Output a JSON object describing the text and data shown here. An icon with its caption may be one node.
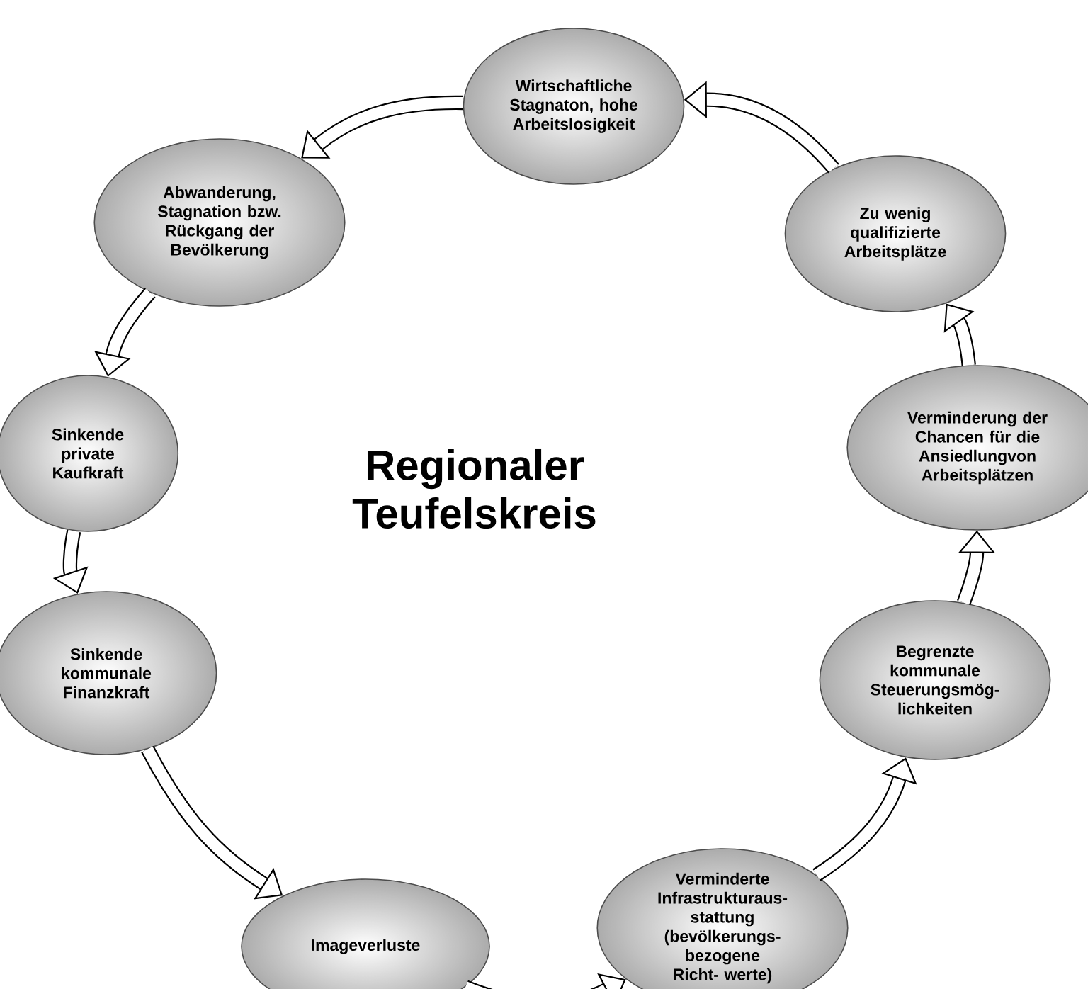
{
  "diagram": {
    "nodes": [
      {
        "text": [
          "Wirtschaftliche Stagnaton, hohe Arbeitslosigkeit"
        ]
      },
      {
        "text": [
          "Abwanderung, Stagnation bzw. Rückgang der Bevölkerung"
        ]
      },
      {
        "text": [
          "Sinkende private Kaufkraft"
        ]
      },
      {
        "text": [
          "Sinkende kommunale Finanzkraft"
        ]
      },
      {
        "text": [
          "Imageverluste"
        ]
      },
      {
        "text": [
          "Verminderte Infrastrukturaus- stattung (bevölkerungs- bezogene Richt- werte)"
        ]
      },
      {
        "text": [
          "Begrenzte kommunale Steuerungsmög- lichkeiten"
        ]
      },
      {
        "text": [
          "Verminderung der Chancen für die Ansiedlungvon Arbeitsplätzen"
        ]
      },
      {
        "text": [
          "Zu wenig qualifizierte Arbeitsplätze"
        ]
      }
    ],
    "edges": [
      {
        "from": 0,
        "to": 1,
        "arrow": "to"
      },
      {
        "from": 1,
        "to": 2,
        "arrow": "to"
      },
      {
        "from": 2,
        "to": 3,
        "arrow": "to"
      },
      {
        "from": 3,
        "to": 4,
        "arrow": "to"
      },
      {
        "from": 4,
        "to": 5,
        "arrow": "to"
      },
      {
        "from": 5,
        "to": 6,
        "arrow": "to"
      },
      {
        "from": 6,
        "to": 7,
        "arrow": "to"
      },
      {
        "from": 7,
        "to": 8,
        "arrow": "to"
      },
      {
        "from": 8,
        "to": 0,
        "arrow": "to"
      }
    ],
    "labels": [
      "Regionaler Teufelskreis"
    ]
  }
}
